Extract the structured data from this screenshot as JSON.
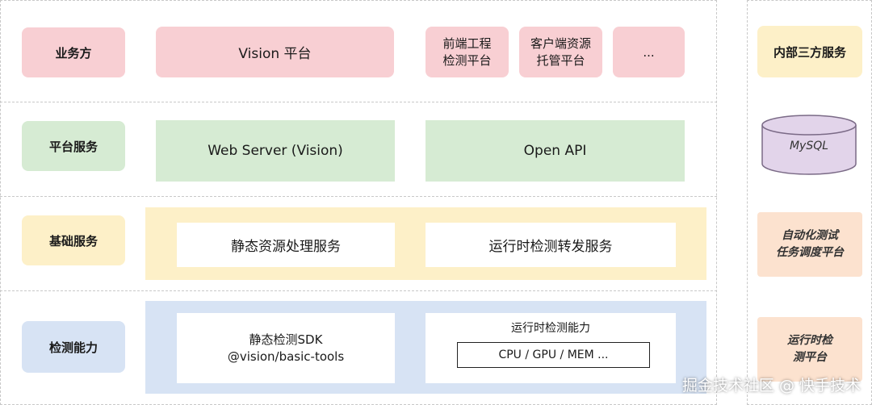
{
  "rows": {
    "business": {
      "label": "业务方",
      "items": [
        "Vision 平台",
        "前端工程\n检测平台",
        "客户端资源\n托管平台",
        "..."
      ]
    },
    "platform": {
      "label": "平台服务",
      "items": [
        "Web Server (Vision)",
        "Open API"
      ]
    },
    "basic": {
      "label": "基础服务",
      "items": [
        "静态资源处理服务",
        "运行时检测转发服务"
      ]
    },
    "detection": {
      "label": "检测能力",
      "static_sdk": "静态检测SDK\n@vision/basic-tools",
      "runtime_title": "运行时检测能力",
      "runtime_metrics": "CPU / GPU / MEM ..."
    }
  },
  "internal_services": {
    "title": "内部三方服务",
    "database": "MySQL",
    "scheduler": "自动化测试\n任务调度平台",
    "runtime_platform": "运行时检\n测平台"
  },
  "watermark": "掘金技术社区 @ 快手技术",
  "colors": {
    "pink": "#f8cfd3",
    "green": "#d6ebd3",
    "yellow": "#fdf0c8",
    "blue": "#d7e3f4",
    "peach": "#fce2cf",
    "db_fill": "#e2d4ea",
    "db_stroke": "#7a6a86"
  }
}
